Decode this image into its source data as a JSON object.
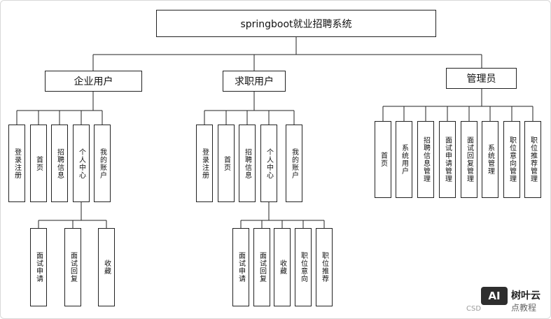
{
  "root": {
    "label": "springboot就业招聘系统"
  },
  "enterprise": {
    "label": "企业用户",
    "children": [
      "登录注册",
      "首页",
      "招聘信息",
      "个人中心",
      "我的账户"
    ],
    "personal_center": [
      "面试申请",
      "面试回复",
      "收藏"
    ]
  },
  "jobseeker": {
    "label": "求职用户",
    "children": [
      "登录注册",
      "首页",
      "招聘信息",
      "个人中心",
      "我的账户"
    ],
    "personal_center": [
      "面试申请",
      "面试回复",
      "收藏",
      "职位意向",
      "职位推荐"
    ]
  },
  "admin": {
    "label": "管理员",
    "children": [
      "首页",
      "系统用户",
      "招聘信息管理",
      "面试申请管理",
      "面试回复管理",
      "系统管理",
      "职位意向管理",
      "职位推荐管理"
    ]
  },
  "watermark": {
    "csdn": "CSD",
    "brand": "树叶云",
    "brand_sub": "点教程",
    "logo": "AI"
  }
}
